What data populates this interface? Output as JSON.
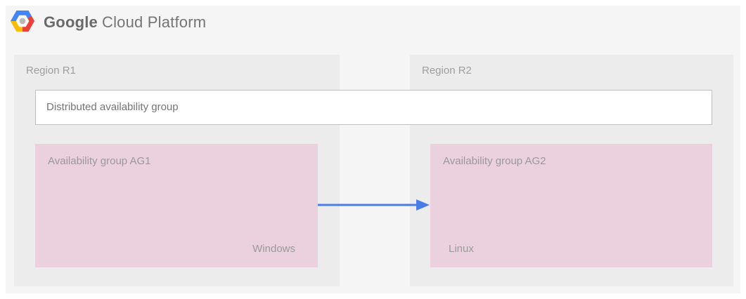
{
  "header": {
    "logo": "gcp-hexagon-logo",
    "brand_primary": "Google",
    "brand_secondary": "Cloud Platform"
  },
  "diagram": {
    "distributed_group": {
      "label": "Distributed availability group"
    },
    "regions": [
      {
        "label": "Region R1",
        "availability_group": {
          "label": "Availability group AG1",
          "os": "Windows"
        }
      },
      {
        "label": "Region R2",
        "availability_group": {
          "label": "Availability group AG2",
          "os": "Linux"
        }
      }
    ],
    "arrow": {
      "from": "Availability group AG1",
      "to": "Availability group AG2",
      "direction": "left-to-right"
    }
  },
  "colors": {
    "page_background": "#ffffff",
    "canvas_background": "#f5f5f5",
    "region_background": "#ececec",
    "availability_group_background": "#ead1dd",
    "distributed_box_border": "#c0c0c0",
    "arrow_blue": "#4a7ce8",
    "logo_blue": "#4285f4",
    "logo_red": "#ea4335",
    "logo_yellow": "#fbbc05",
    "text_gray": "#9e9e9e"
  }
}
